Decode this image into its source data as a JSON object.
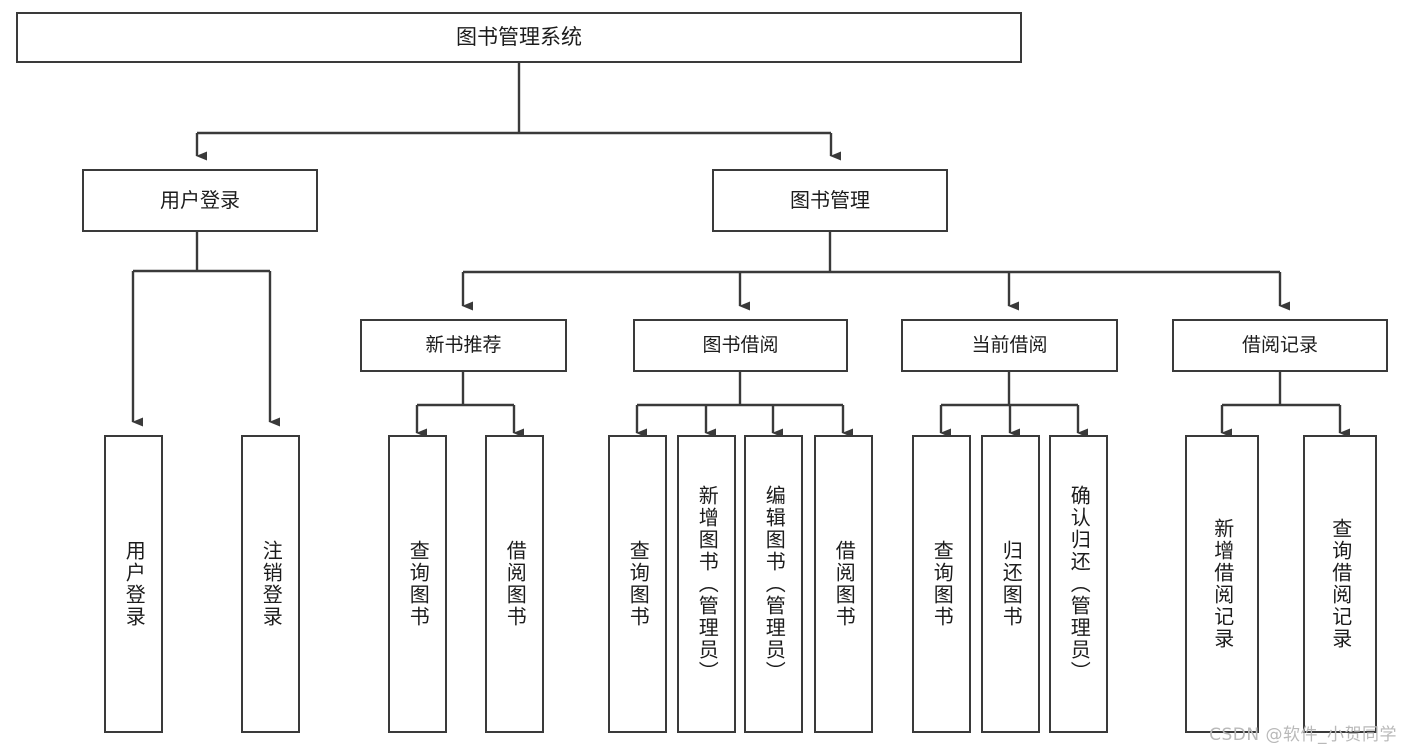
{
  "diagram": {
    "type": "tree",
    "title": "图书管理系统",
    "root": {
      "label": "图书管理系统"
    },
    "level1": [
      {
        "label": "用户登录"
      },
      {
        "label": "图书管理"
      }
    ],
    "level2": [
      {
        "label": "新书推荐"
      },
      {
        "label": "图书借阅"
      },
      {
        "label": "当前借阅"
      },
      {
        "label": "借阅记录"
      }
    ],
    "leaves": {
      "user_login": [
        {
          "label": "用户登录"
        },
        {
          "label": "注销登录"
        }
      ],
      "new_book_recommend": [
        {
          "label": "查询图书"
        },
        {
          "label": "借阅图书"
        }
      ],
      "book_borrow": [
        {
          "label": "查询图书"
        },
        {
          "label": "新增图书（管理员）"
        },
        {
          "label": "编辑图书（管理员）"
        },
        {
          "label": "借阅图书"
        }
      ],
      "current_borrow": [
        {
          "label": "查询图书"
        },
        {
          "label": "归还图书"
        },
        {
          "label": "确认归还（管理员）"
        }
      ],
      "borrow_record": [
        {
          "label": "新增借阅记录"
        },
        {
          "label": "查询借阅记录"
        }
      ]
    },
    "colors": {
      "border": "#3a3a3a",
      "background": "#ffffff",
      "text": "#1c1c1c",
      "watermark": "#b9b9b9"
    }
  },
  "watermark": {
    "text": "CSDN @软件_小贺同学"
  }
}
